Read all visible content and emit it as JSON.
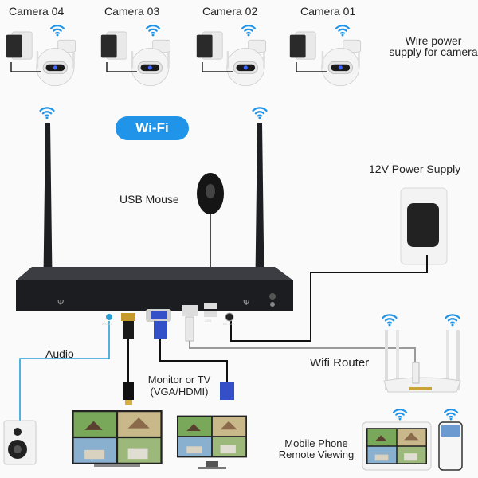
{
  "cameras": [
    {
      "label": "Camera 04"
    },
    {
      "label": "Camera 03"
    },
    {
      "label": "Camera 02"
    },
    {
      "label": "Camera 01"
    }
  ],
  "camera_power_label_line1": "Wire power",
  "camera_power_label_line2": "supply for camera",
  "wifi_badge": "Wi-Fi",
  "usb_mouse_label": "USB Mouse",
  "power_supply_label": "12V Power Supply",
  "audio_label": "Audio",
  "monitor_label_line1": "Monitor or TV",
  "monitor_label_line2": "(VGA/HDMI)",
  "router_label": "Wifi Router",
  "mobile_label_line1": "Mobile Phone",
  "mobile_label_line2": "Remote Viewing",
  "nvr_ports": [
    "A-OUT",
    "HDMI",
    "VGA",
    "LAN",
    "USB",
    "DC 12V"
  ],
  "colors": {
    "wifi_blue": "#1f94e8",
    "audio_cable": "#2a9fd6",
    "nvr_body": "#1d1f22",
    "cable_black": "#111111",
    "cable_gray": "#9a9a9a"
  }
}
